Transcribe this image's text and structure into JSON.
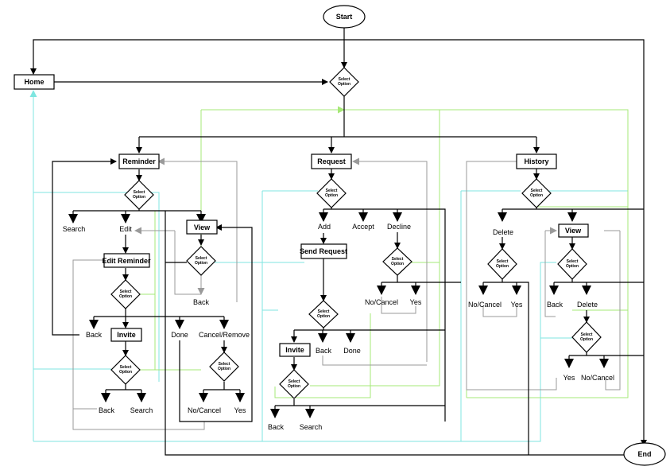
{
  "colors": {
    "line": "#000000",
    "back_line": "#9a9a9a",
    "green_line": "#a6e877",
    "cyan_line": "#7fe6e0"
  },
  "terminals": {
    "start": "Start",
    "end": "End"
  },
  "decision_label": "Select Option",
  "home": "Home",
  "reminder": {
    "title": "Reminder",
    "search": "Search",
    "edit": "Edit",
    "view": "View",
    "edit_reminder": "Edit Reminder",
    "view_back": "Back",
    "back": "Back",
    "invite": "Invite",
    "done": "Done",
    "cancel_remove": "Cancel/Remove",
    "invite_back": "Back",
    "invite_search": "Search",
    "no_cancel": "No/Cancel",
    "yes": "Yes"
  },
  "request": {
    "title": "Request",
    "add": "Add",
    "accept": "Accept",
    "decline": "Decline",
    "send_request": "Send Request",
    "no_cancel": "No/Cancel",
    "yes": "Yes",
    "invite": "Invite",
    "back": "Back",
    "done": "Done",
    "invite_back": "Back",
    "invite_search": "Search"
  },
  "history": {
    "title": "History",
    "delete": "Delete",
    "view": "View",
    "no_cancel": "No/Cancel",
    "yes": "Yes",
    "view_back": "Back",
    "view_delete": "Delete",
    "yes2": "Yes",
    "no_cancel2": "No/Cancel"
  }
}
